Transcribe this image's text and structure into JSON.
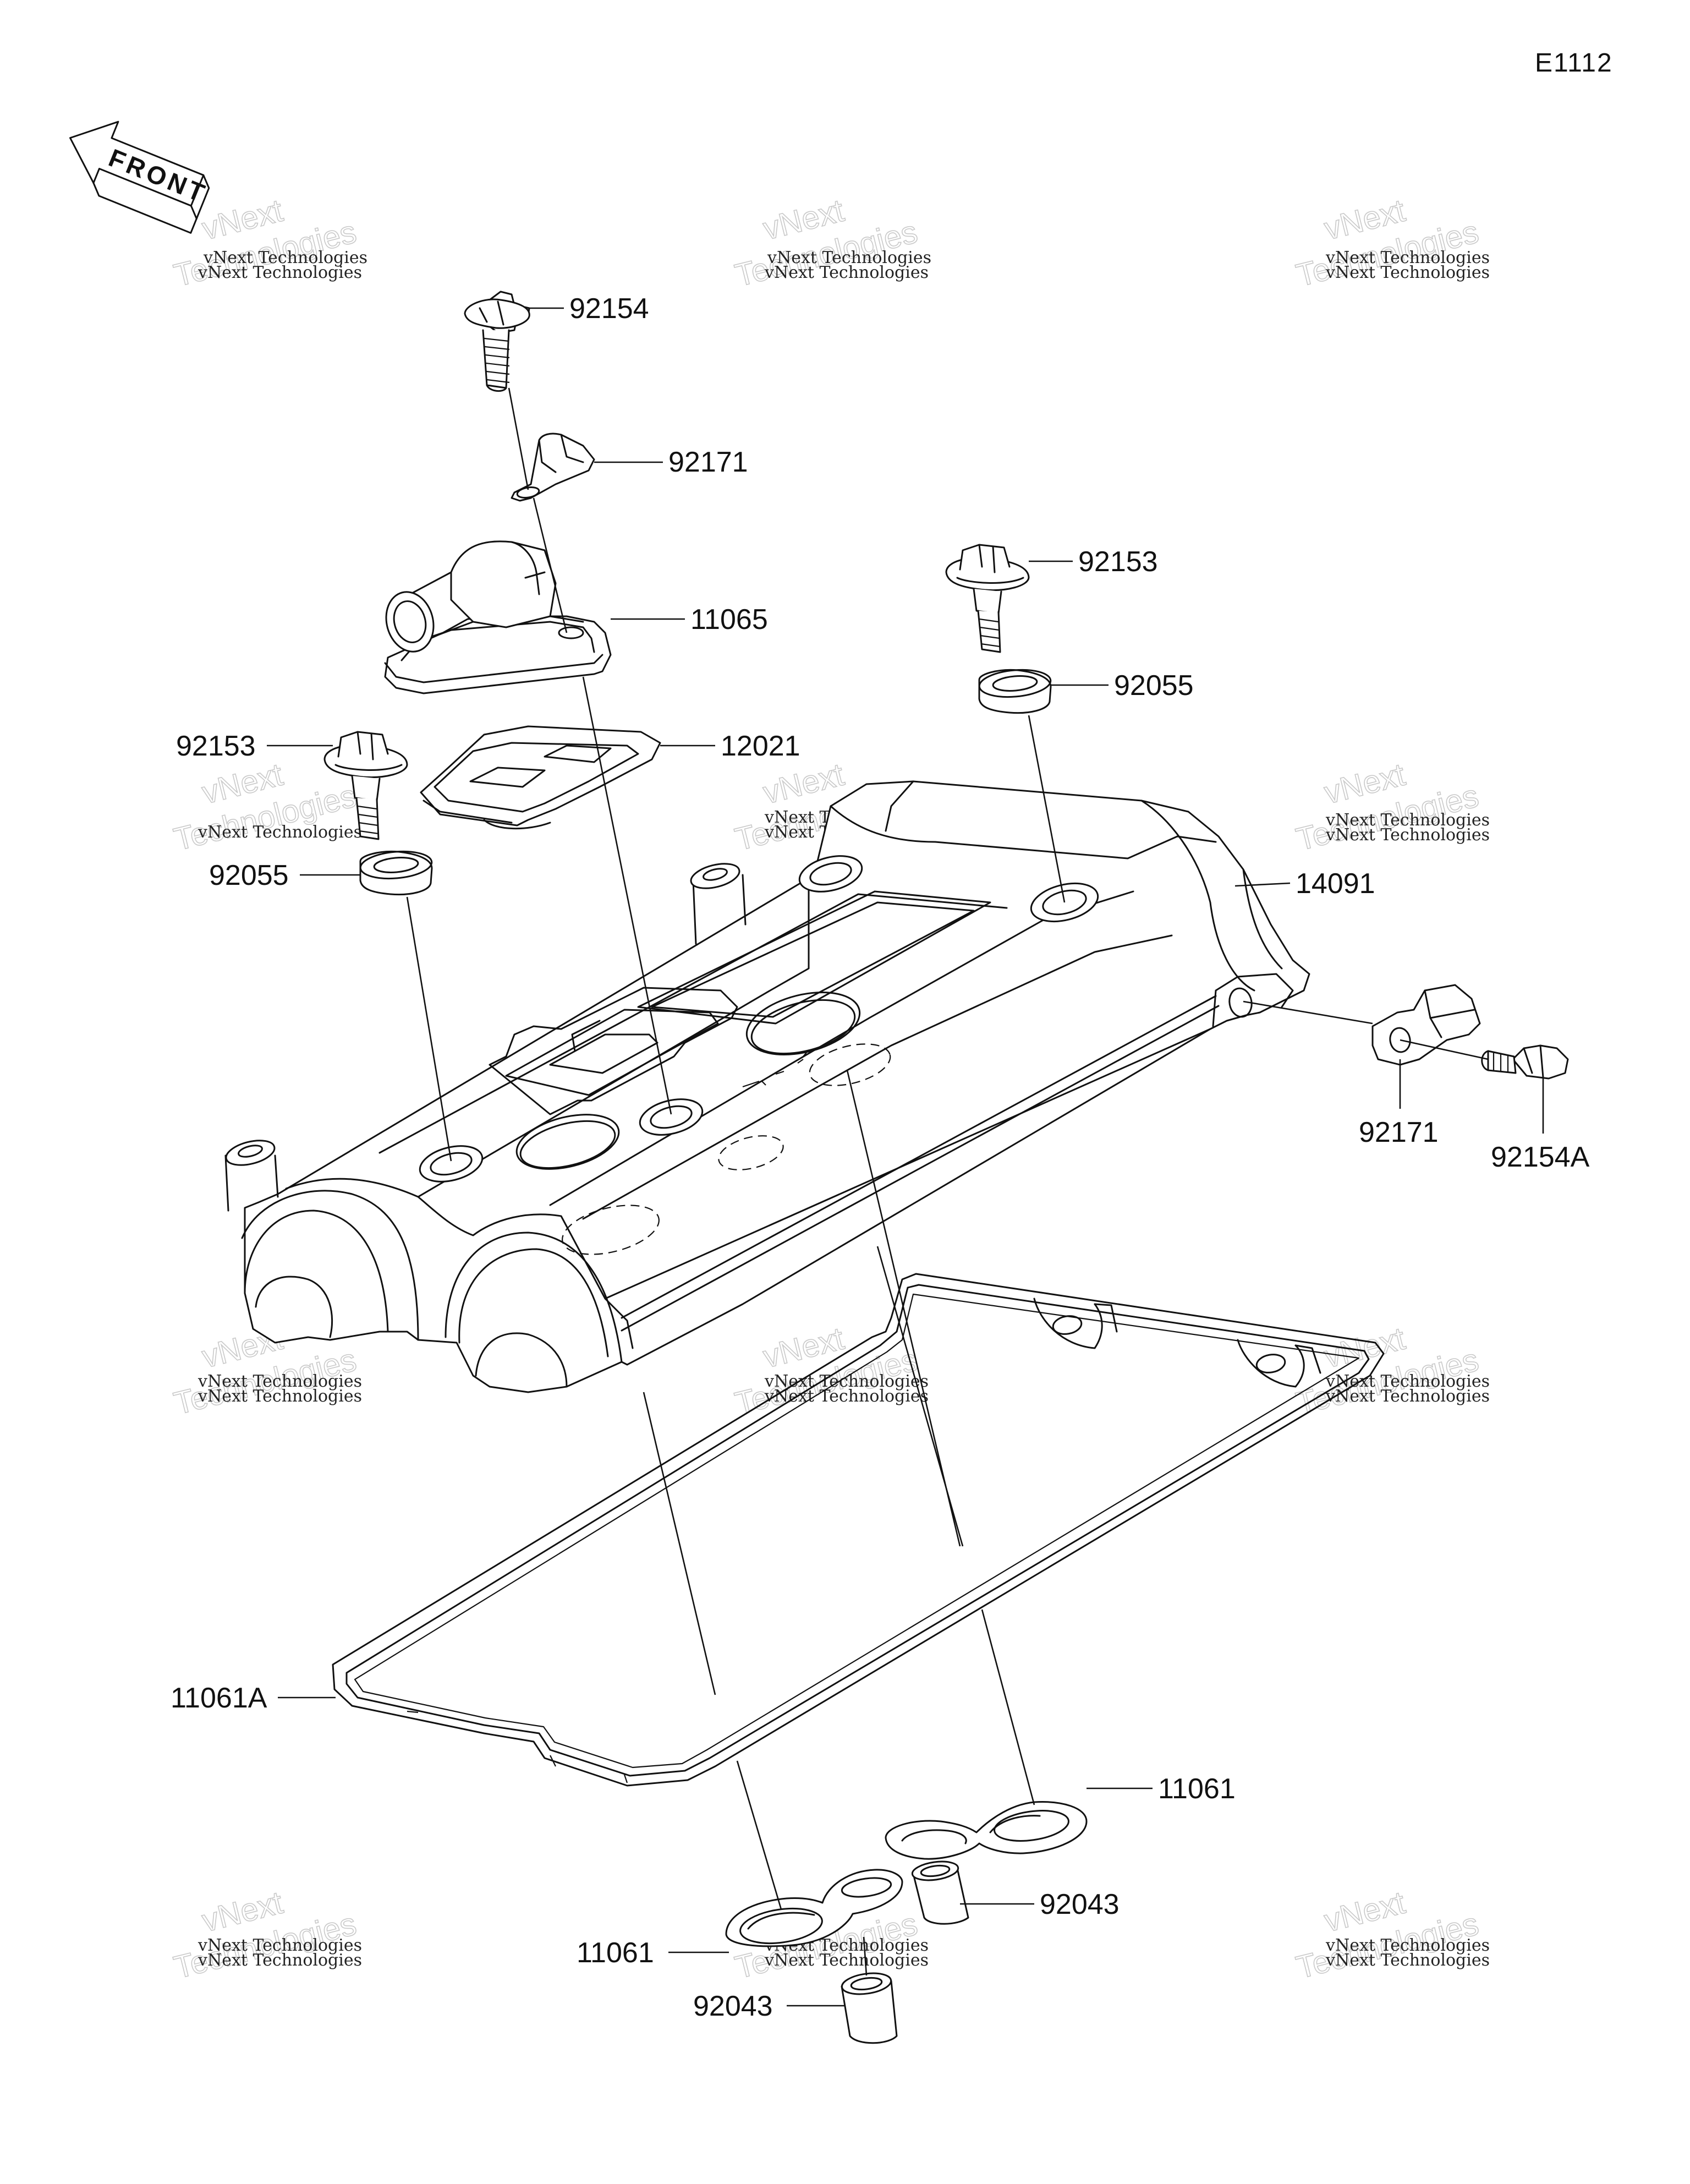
{
  "diagram_id": "E1112",
  "front_label": "FRONT",
  "watermark": {
    "small": "vNext Technologies",
    "big_top": "vNext",
    "big_bottom": "Technologies"
  },
  "parts": {
    "p92154": "92154",
    "p92171_top": "92171",
    "p92153_right": "92153",
    "p11065": "11065",
    "p92055_right": "92055",
    "p92153_left": "92153",
    "p12021": "12021",
    "p92055_left": "92055",
    "p14091": "14091",
    "p92171_right": "92171",
    "p92154A": "92154A",
    "p11061A": "11061A",
    "p11061_right": "11061",
    "p92043_right": "92043",
    "p11061_left": "11061",
    "p92043_left": "92043"
  }
}
